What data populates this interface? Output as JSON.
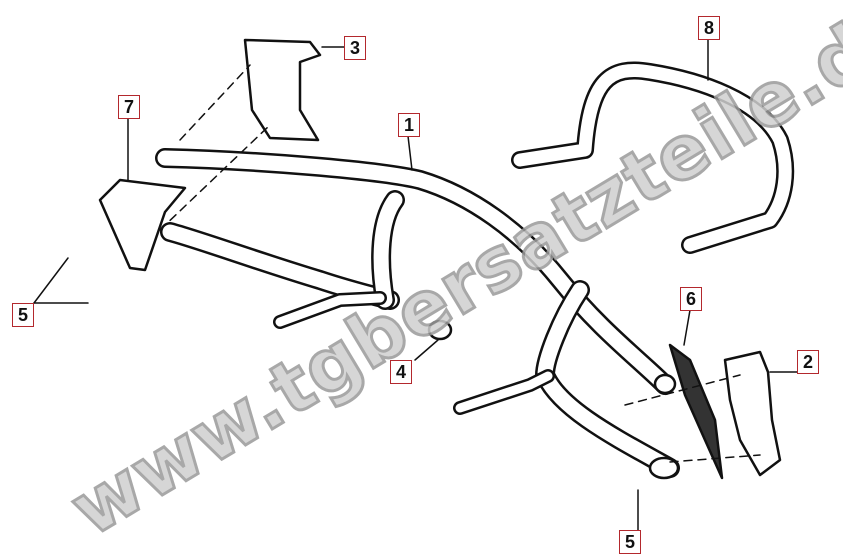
{
  "watermark": "www.tgbersatzteile.de",
  "callouts": [
    {
      "id": "1",
      "label": "1"
    },
    {
      "id": "2",
      "label": "2"
    },
    {
      "id": "3",
      "label": "3"
    },
    {
      "id": "4",
      "label": "4"
    },
    {
      "id": "5a",
      "label": "5"
    },
    {
      "id": "5b",
      "label": "5"
    },
    {
      "id": "6",
      "label": "6"
    },
    {
      "id": "7",
      "label": "7"
    },
    {
      "id": "8",
      "label": "8"
    }
  ],
  "colors": {
    "callout_border": "#b3282d",
    "watermark": "#cfcfcf"
  }
}
